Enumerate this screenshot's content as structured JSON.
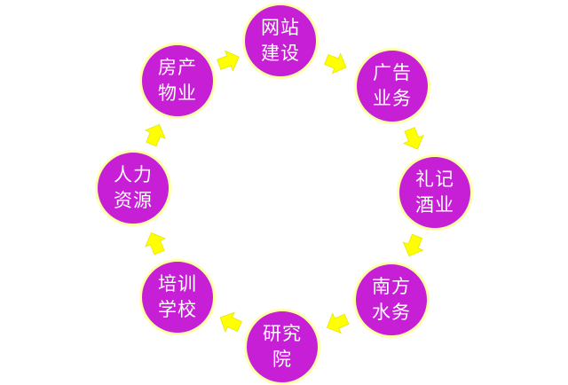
{
  "diagram": {
    "type": "cycle",
    "node_color": "#c61fd6",
    "node_border_color": "#ffffaa",
    "arrow_color": "#ffff00",
    "nodes": [
      {
        "id": "website",
        "label": "网站\n建设"
      },
      {
        "id": "advertising",
        "label": "广告\n业务"
      },
      {
        "id": "liquor",
        "label": "礼记\n酒业"
      },
      {
        "id": "water",
        "label": "南方\n水务"
      },
      {
        "id": "institute",
        "label": "研究\n院"
      },
      {
        "id": "school",
        "label": "培训\n学校"
      },
      {
        "id": "hr",
        "label": "人力\n资源"
      },
      {
        "id": "property",
        "label": "房产\n物业"
      }
    ],
    "edges": [
      [
        "website",
        "advertising"
      ],
      [
        "advertising",
        "liquor"
      ],
      [
        "liquor",
        "water"
      ],
      [
        "water",
        "institute"
      ],
      [
        "institute",
        "school"
      ],
      [
        "school",
        "hr"
      ],
      [
        "hr",
        "property"
      ],
      [
        "property",
        "website"
      ]
    ]
  }
}
